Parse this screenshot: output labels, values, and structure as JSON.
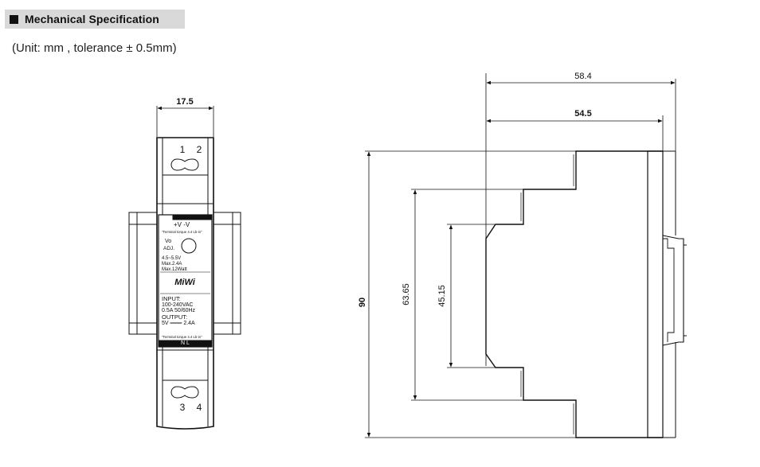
{
  "section": {
    "title": "Mechanical Specification",
    "unit_note": "(Unit: mm , tolerance ± 0.5mm)"
  },
  "front_view": {
    "width_dim": "17.5",
    "top_terminals": [
      "1",
      "2"
    ],
    "bottom_terminals": [
      "3",
      "4"
    ],
    "label": {
      "output_terminals": "+V  -V",
      "torque_top": "\"Terminal torque 4.4 Lb-in\"",
      "vo_adj": "Vo",
      "adj": "ADJ.",
      "voltage_range": "4.5~5.5V",
      "max_current": "Max.2.4A",
      "max_power": "Max.12Watt",
      "brand": "MiWi",
      "input_title": "INPUT:",
      "input_voltage": "100-240VAC",
      "input_rating": "0.5A  50/60Hz",
      "output_title": "OUTPUT:",
      "output_rating": "5V ═══ 2.4A",
      "torque_bottom": "\"Terminal torque 4.4 Lb-in\"",
      "ac_terminals": "N   L"
    }
  },
  "side_view": {
    "depth_total": "58.4",
    "depth_body": "54.5",
    "height_total": "90",
    "height_mid": "63.65",
    "height_inner": "45.15"
  }
}
